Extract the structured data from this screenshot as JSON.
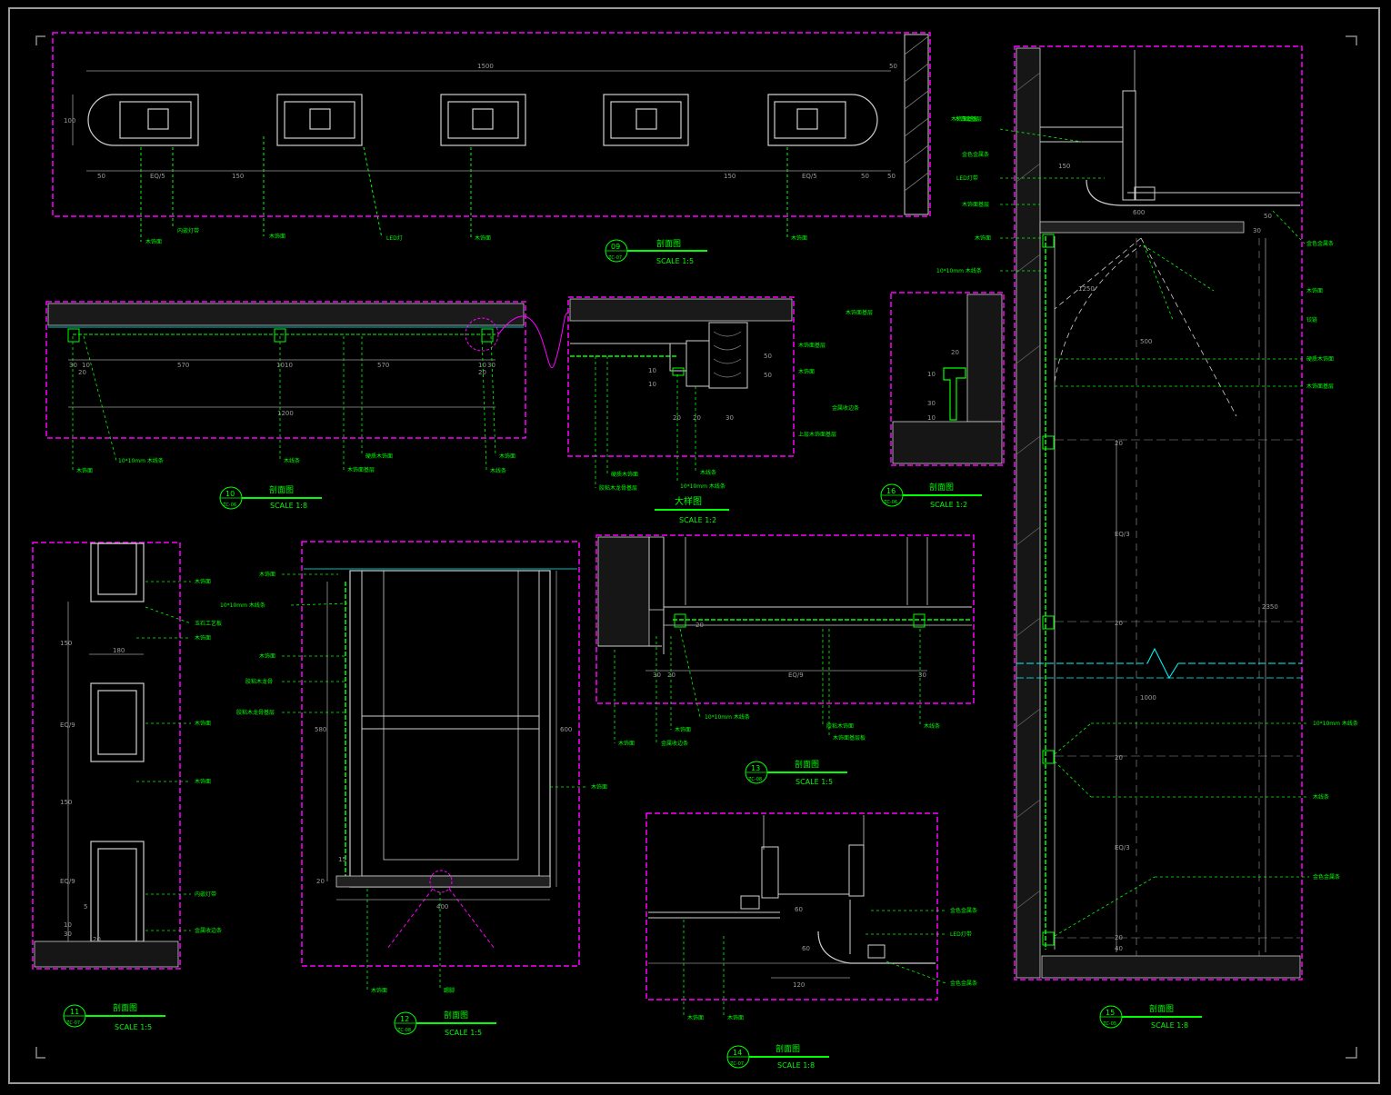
{
  "colors": {
    "background": "#000000",
    "detail_box": "#ff00ff",
    "title_text": "#00ff00",
    "dimension": "#9a9a9a",
    "wall": "#cfcfcf",
    "hidden_line": "#00ffff",
    "annotation": "#00ff00"
  },
  "details": [
    {
      "id": "d09",
      "number": "09",
      "sheet_ref": "ZC-07",
      "title": "剖面图",
      "scale": "SCALE 1:5"
    },
    {
      "id": "d10",
      "number": "10",
      "sheet_ref": "ZC-06",
      "title": "剖面图",
      "scale": "SCALE 1:8"
    },
    {
      "id": "dlarge",
      "number": "",
      "sheet_ref": "",
      "title": "大样图",
      "scale": "SCALE 1:2"
    },
    {
      "id": "d16",
      "number": "16",
      "sheet_ref": "ZC-06",
      "title": "剖面图",
      "scale": "SCALE 1:2"
    },
    {
      "id": "d11",
      "number": "11",
      "sheet_ref": "ZC-07",
      "title": "剖面图",
      "scale": "SCALE 1:5"
    },
    {
      "id": "d12",
      "number": "12",
      "sheet_ref": "ZC-08",
      "title": "剖面图",
      "scale": "SCALE 1:5"
    },
    {
      "id": "d13",
      "number": "13",
      "sheet_ref": "ZC-08",
      "title": "剖面图",
      "scale": "SCALE 1:5"
    },
    {
      "id": "d14",
      "number": "14",
      "sheet_ref": "ZC-07",
      "title": "剖面图",
      "scale": "SCALE 1:8"
    },
    {
      "id": "d15",
      "number": "15",
      "sheet_ref": "ZC-05",
      "title": "剖面图",
      "scale": "SCALE 1:8"
    }
  ],
  "dims": {
    "d09": [
      "1500",
      "50",
      "100",
      "50",
      "EQ/5",
      "150",
      "150",
      "EQ/5",
      "50",
      "50"
    ],
    "d10": [
      "30",
      "10",
      "570",
      "10",
      "10",
      "570",
      "10",
      "30",
      "20",
      "20",
      "1200"
    ],
    "dlarge": [
      "50",
      "50",
      "10",
      "10",
      "20",
      "30",
      "20"
    ],
    "d16": [
      "20",
      "10",
      "30",
      "10"
    ],
    "d11": [
      "150",
      "180",
      "EQ/9",
      "150",
      "EQ/9",
      "5",
      "30",
      "10",
      "20"
    ],
    "d12": [
      "580",
      "15",
      "20",
      "400",
      "600"
    ],
    "d13": [
      "30",
      "20",
      "EQ/9",
      "30",
      "20"
    ],
    "d14": [
      "60",
      "60",
      "120"
    ],
    "d15": [
      "150",
      "600",
      "50",
      "30",
      "1250",
      "500",
      "20",
      "EQ/3",
      "2350",
      "20",
      "1000",
      "20",
      "EQ/3",
      "20",
      "40"
    ]
  },
  "notes": {
    "note_10mm": "10*10mm 木线条",
    "note_10mm_sm": "10*10mm",
    "note_ledlight": "LED灯带"
  }
}
